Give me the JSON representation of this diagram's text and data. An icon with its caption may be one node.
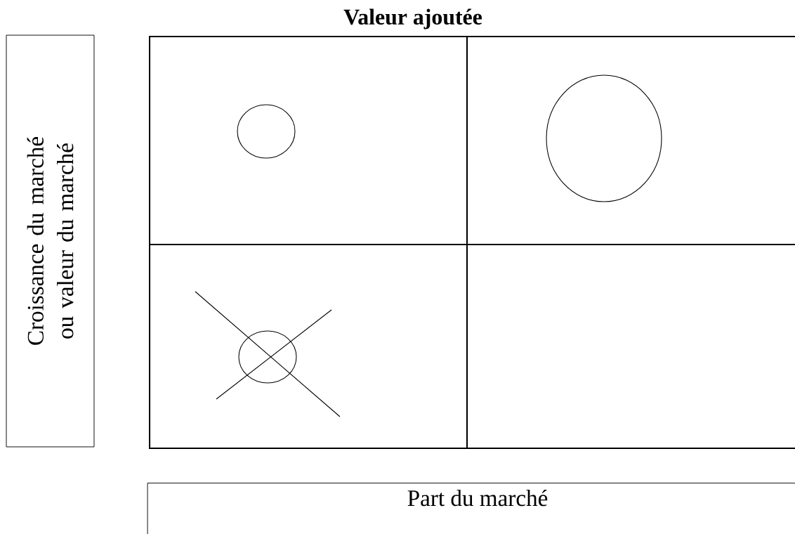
{
  "diagram": {
    "title": "Valeur ajoutée",
    "nodes": [
      {
        "text": [
          "Croissance du marché ou valeur du marché"
        ]
      },
      {
        "text": [],
        "shape": "box"
      },
      {
        "text": [],
        "shape": "box"
      },
      {
        "text": [],
        "shape": "box"
      },
      {
        "text": [],
        "shape": "box"
      },
      {
        "text": [],
        "shape": "circle",
        "in": 1
      },
      {
        "text": [],
        "shape": "circle",
        "in": 2
      },
      {
        "text": [],
        "shape": "circle",
        "in": 3
      },
      {
        "text": [
          "Part du marché"
        ]
      }
    ]
  }
}
